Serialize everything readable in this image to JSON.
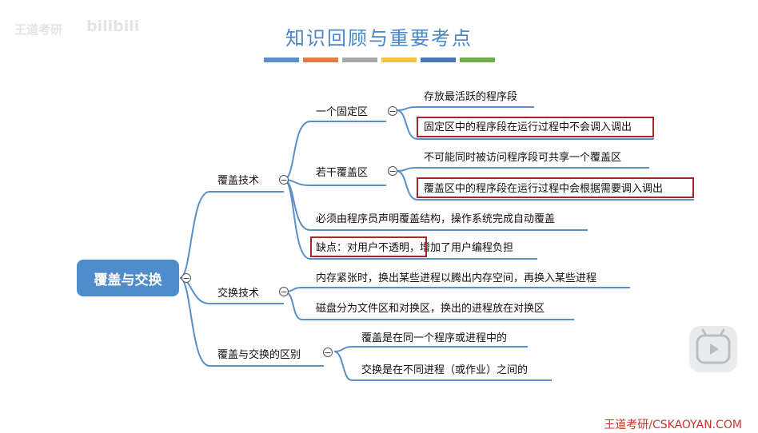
{
  "header": {
    "title": "知识回顾与重要考点",
    "bar_colors": [
      "#5b8fc9",
      "#e07b4a",
      "#a7a7a7",
      "#f0c24a",
      "#4d74b8",
      "#74ad4f"
    ]
  },
  "watermark": {
    "text": "王道考研",
    "logo": "bilibili"
  },
  "mindmap": {
    "root": "覆盖与交换",
    "branches": [
      {
        "label": "覆盖技术",
        "children": [
          {
            "label": "一个固定区",
            "children": [
              "存放最活跃的程序段",
              "固定区中的程序段在运行过程中不会调入调出"
            ]
          },
          {
            "label": "若干覆盖区",
            "children": [
              "不可能同时被访问程序段可共享一个覆盖区",
              "覆盖区中的程序段在运行过程中会根据需要调入调出"
            ]
          },
          {
            "label": "必须由程序员声明覆盖结构，操作系统完成自动覆盖"
          },
          {
            "label": "缺点：对用户不透明，增加了用户编程负担"
          }
        ]
      },
      {
        "label": "交换技术",
        "children": [
          {
            "label": "内存紧张时，换出某些进程以腾出内存空间，再换入某些进程"
          },
          {
            "label": "磁盘分为文件区和对换区，换出的进程放在对换区"
          }
        ]
      },
      {
        "label": "覆盖与交换的区别",
        "children": [
          {
            "label": "覆盖是在同一个程序或进程中的"
          },
          {
            "label": "交换是在不同进程（或作业）之间的"
          }
        ]
      }
    ],
    "collapse_symbol": "−",
    "highlight_color": "#a0282c"
  },
  "footer": {
    "text": "王道考研/CSKAOYAN.COM"
  }
}
